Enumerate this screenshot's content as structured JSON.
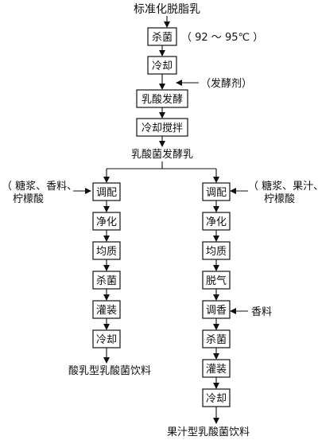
{
  "chart_data": {
    "type": "flowchart",
    "source": "标准化脱脂乳",
    "main_steps": [
      {
        "label": "杀菌",
        "note": "（ 92 ～ 95℃ ）"
      },
      {
        "label": "冷却"
      },
      {
        "label": "乳酸发酵",
        "input": "（发酵剂）"
      },
      {
        "label": "冷却搅拌"
      }
    ],
    "intermediate": "乳酸菌发酵乳",
    "left_branch": {
      "additives": [
        "（ 糖浆、香料、",
        "柠檬酸"
      ],
      "steps": [
        "调配",
        "净化",
        "均质",
        "杀菌",
        "灌装",
        "冷却"
      ],
      "product": "酸乳型乳酸菌饮料"
    },
    "right_branch": {
      "additives": [
        "（ 糖浆、果汁、",
        "柠檬酸"
      ],
      "steps": [
        "调配",
        "净化",
        "均质",
        "脱气",
        "调香",
        "杀菌",
        "灌装",
        "冷却"
      ],
      "flavor_input": "香料",
      "product": "果汁型乳酸菌饮料"
    }
  }
}
